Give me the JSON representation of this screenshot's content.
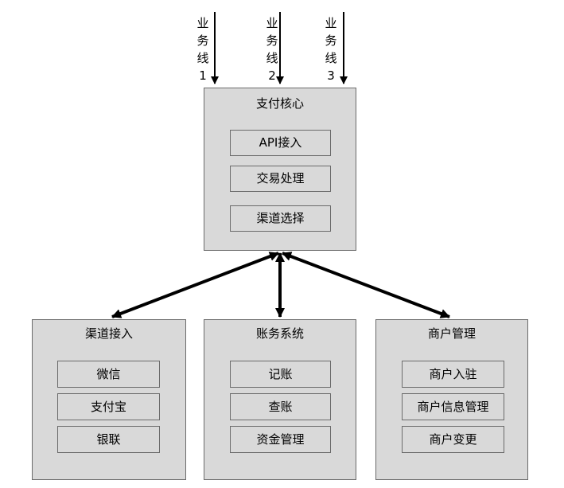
{
  "business_lines": [
    {
      "chars": [
        "业",
        "务",
        "线"
      ],
      "num": "1"
    },
    {
      "chars": [
        "业",
        "务",
        "线"
      ],
      "num": "2"
    },
    {
      "chars": [
        "业",
        "务",
        "线"
      ],
      "num": "3"
    }
  ],
  "core": {
    "title": "支付核心",
    "items": [
      "API接入",
      "交易处理",
      "渠道选择"
    ]
  },
  "channel": {
    "title": "渠道接入",
    "items": [
      "微信",
      "支付宝",
      "银联"
    ]
  },
  "accounting": {
    "title": "账务系统",
    "items": [
      "记账",
      "查账",
      "资金管理"
    ]
  },
  "merchant": {
    "title": "商户管理",
    "items": [
      "商户入驻",
      "商户信息管理",
      "商户变更"
    ]
  }
}
